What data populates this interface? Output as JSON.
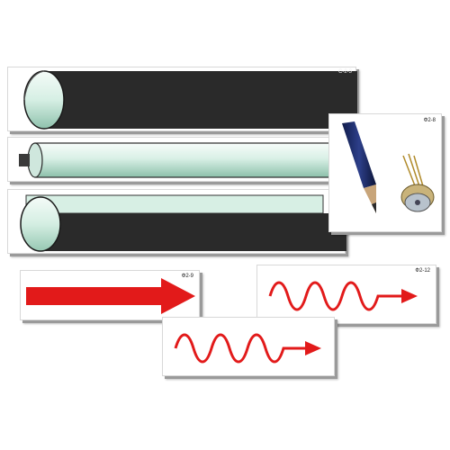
{
  "cards": {
    "c23": {
      "label": "С-2-3"
    },
    "f28": {
      "label": "Ф2-8"
    },
    "f29": {
      "label": "Ф2-9"
    },
    "f212": {
      "label": "Ф2-12"
    },
    "wave_bottom": {
      "label": ""
    }
  },
  "colors": {
    "cylinder_dark": "#2a2a2a",
    "glass_light": "#dff3ea",
    "glass_mid": "#a9d3c2",
    "arrow_red": "#e21a1a",
    "card_shadow": "#9a9a9a"
  },
  "icons": [
    "pencil-icon",
    "laser-diode-icon"
  ]
}
